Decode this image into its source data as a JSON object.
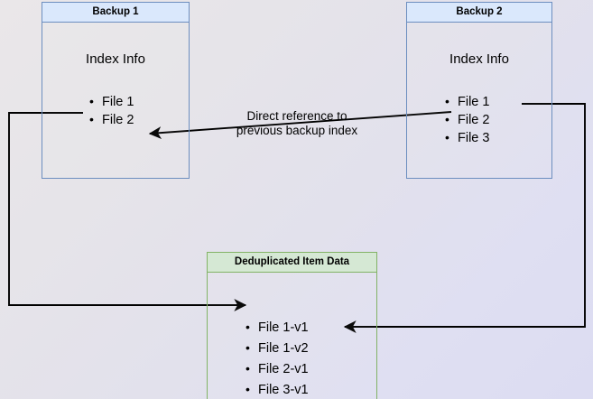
{
  "diagram": {
    "title_hidden": "",
    "boxes": {
      "backup1": {
        "header": "Backup 1",
        "body_label": "Index Info",
        "files": [
          "File 1",
          "File 2"
        ]
      },
      "backup2": {
        "header": "Backup 2",
        "body_label": "Index Info",
        "files": [
          "File 1",
          "File 2",
          "File 3"
        ]
      },
      "dedup": {
        "header": "Deduplicated Item Data",
        "files": [
          "File 1-v1",
          "File 1-v2",
          "File 2-v1",
          "File 3-v1"
        ]
      }
    },
    "edges": {
      "reference_caption_line1": "Direct reference to",
      "reference_caption_line2": "previous backup index"
    },
    "colors": {
      "blue_border": "#6c8ebf",
      "blue_fill": "#dae8fc",
      "green_border": "#82b366",
      "green_fill": "#d5e8d4",
      "line": "#000000",
      "background_start": "#eae7e9",
      "background_end": "#dcdcf2"
    }
  }
}
